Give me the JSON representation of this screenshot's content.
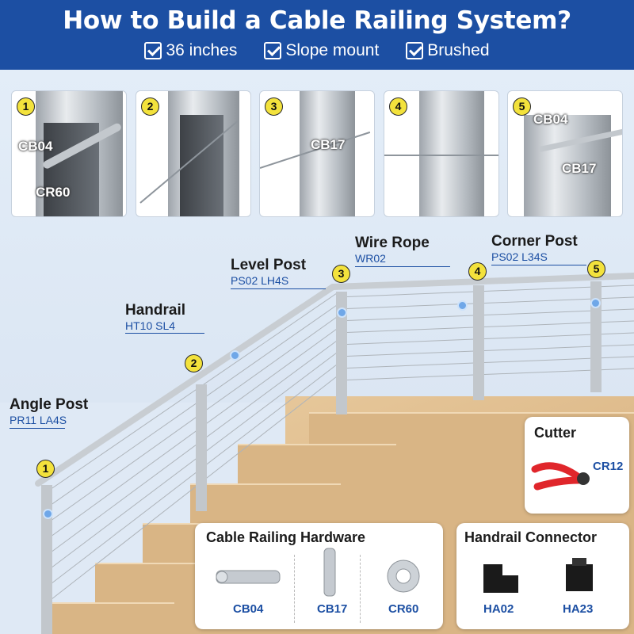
{
  "header": {
    "title": "How to Build a Cable Railing System?",
    "features": [
      "36 inches",
      "Slope mount",
      "Brushed"
    ]
  },
  "steps": [
    {
      "num": "1",
      "labels": [
        "CB04",
        "CR60"
      ]
    },
    {
      "num": "2",
      "labels": []
    },
    {
      "num": "3",
      "labels": [
        "CB17"
      ]
    },
    {
      "num": "4",
      "labels": []
    },
    {
      "num": "5",
      "labels": [
        "CB04",
        "CB17"
      ]
    }
  ],
  "callouts": {
    "angle_post": {
      "num": "1",
      "title": "Angle Post",
      "code": "PR11 LA4S"
    },
    "handrail": {
      "num": "2",
      "title": "Handrail",
      "code": "HT10 SL4"
    },
    "level_post": {
      "num": "3",
      "title": "Level Post",
      "code": "PS02 LH4S"
    },
    "wire_rope": {
      "num": "4",
      "title": "Wire Rope",
      "code": "WR02"
    },
    "corner_post": {
      "num": "5",
      "title": "Corner Post",
      "code": "PS02 L34S"
    }
  },
  "cutter": {
    "title": "Cutter",
    "code": "CR12"
  },
  "hardware": {
    "title": "Cable Railing Hardware",
    "items": [
      "CB04",
      "CB17",
      "CR60"
    ]
  },
  "connector": {
    "title": "Handrail Connector",
    "items": [
      "HA02",
      "HA23"
    ]
  },
  "colors": {
    "brand_blue": "#1c4fa3",
    "badge_yellow": "#f3e23c",
    "header_text": "#ffffff"
  }
}
